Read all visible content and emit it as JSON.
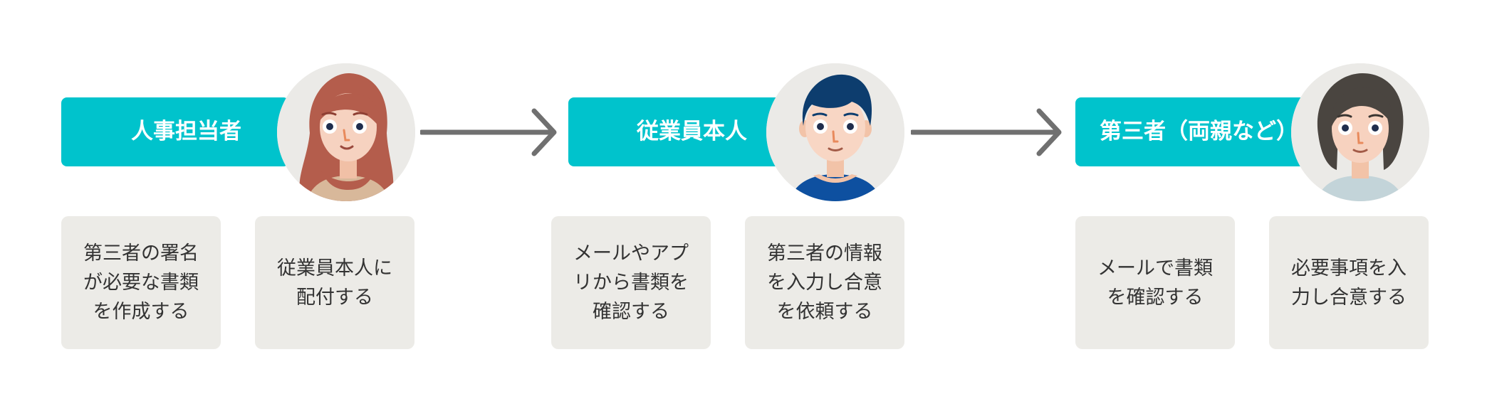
{
  "colors": {
    "banner": "#00c3cc",
    "card": "#ecebe7",
    "arrow": "#707070",
    "avatar_bg": "#ebeae7"
  },
  "stages": [
    {
      "role": "人事担当者",
      "avatar_icon": "woman-long-red-hair-avatar",
      "steps": [
        "第三者の署名\nが必要な書類\nを作成する",
        "従業員本人に\n配付する"
      ]
    },
    {
      "role": "従業員本人",
      "avatar_icon": "man-navy-hair-avatar",
      "steps": [
        "メールやアプ\nリから書類を\n確認する",
        "第三者の情報\nを入力し合意\nを依頼する"
      ]
    },
    {
      "role": "第三者（両親など）",
      "avatar_icon": "woman-gray-hair-avatar",
      "steps": [
        "メールで書類\nを確認する",
        "必要事項を入\n力し合意する"
      ]
    }
  ]
}
